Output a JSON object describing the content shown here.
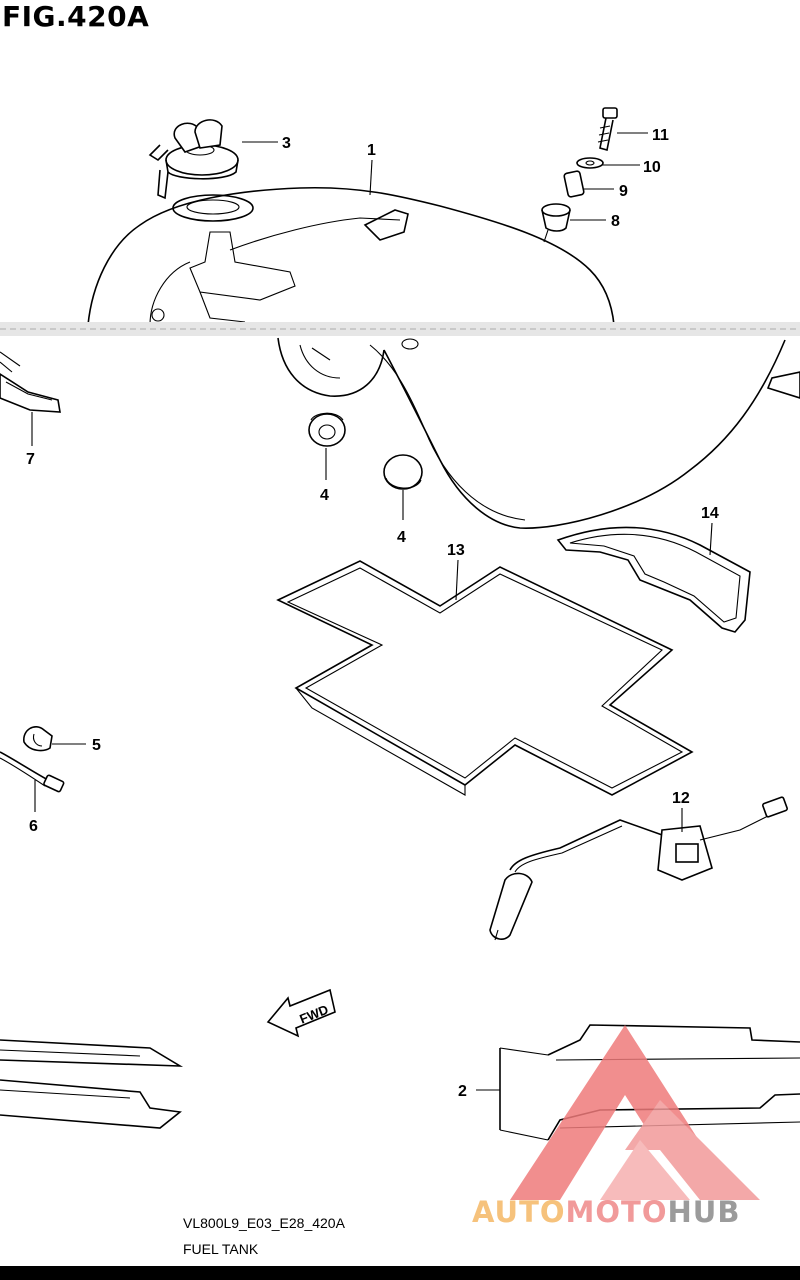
{
  "figure": {
    "title": "FIG.420A",
    "model_code": "VL800L9_E03_E28_420A",
    "name": "FUEL TANK"
  },
  "callouts": [
    "1",
    "2",
    "3",
    "4",
    "4",
    "5",
    "6",
    "7",
    "8",
    "9",
    "10",
    "11",
    "12",
    "13",
    "14"
  ],
  "forward_arrow": {
    "label": "FWD"
  },
  "watermark": {
    "part_a": "AUTO",
    "part_b": "MOTO",
    "part_c": "HUB",
    "colors": {
      "auto": "#f6c27c",
      "moto": "#f19a9a",
      "hub": "#9b9b9b",
      "logo": "#ef6b6b"
    }
  }
}
